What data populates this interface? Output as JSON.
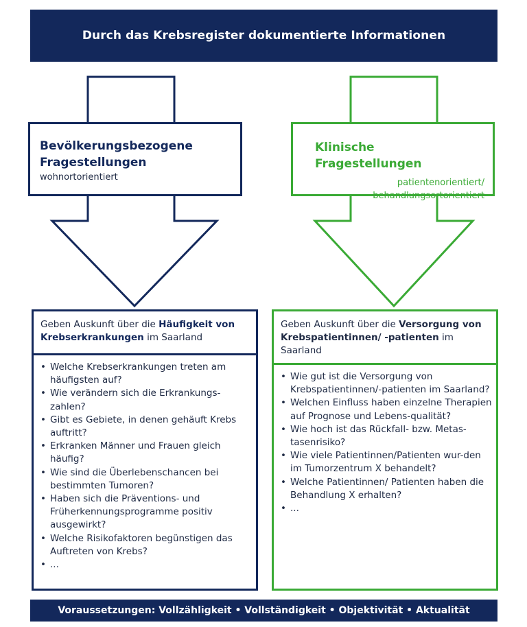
{
  "header": {
    "title": "Durch das Krebsregister dokumentierte Informationen"
  },
  "left": {
    "title_line1": "Bevölkerungsbezogene",
    "title_line2": "Fragestellungen",
    "subtitle": "wohnortorientiert",
    "intro_pre": "Geben Auskunft über die ",
    "intro_bold": "Häufigkeit von Krebserkrankungen",
    "intro_post": " im Saarland",
    "items": [
      "Welche Krebserkrankungen treten am häufigsten auf?",
      "Wie verändern sich die Erkrankungs-zahlen?",
      "Gibt es Gebiete, in denen gehäuft Krebs auftritt?",
      "Erkranken Männer und Frauen gleich häufig?",
      "Wie sind die Überlebenschancen bei bestimmten Tumoren?",
      "Haben sich die Präventions- und Früherkennungsprogramme positiv ausgewirkt?",
      "Welche Risikofaktoren begünstigen das Auftreten von Krebs?",
      "..."
    ]
  },
  "right": {
    "title": "Klinische Fragestellungen",
    "subtitle_line1": "patientenorientiert/",
    "subtitle_line2": "behandlungsortorientiert",
    "intro_pre": "Geben Auskunft über die ",
    "intro_bold": "Versorgung von Krebspatientinnen/ -patienten",
    "intro_post": " im Saarland",
    "items": [
      "Wie gut ist die Versorgung von Krebspatientinnen/-patienten im Saarland?",
      "Welchen Einfluss haben einzelne Therapien auf Prognose und Lebens-qualität?",
      "Wie hoch ist das Rückfall- bzw. Metas-tasenrisiko?",
      "Wie viele Patientinnen/Patienten wur-den im Tumorzentrum X behandelt?",
      "Welche Patientinnen/ Patienten haben die Behandlung X erhalten?",
      "..."
    ]
  },
  "footer": {
    "text": "Voraussetzungen: Vollzähligkeit • Vollständigkeit • Objektivität • Aktualität"
  },
  "colors": {
    "navy": "#13285b",
    "green": "#3aaa35"
  }
}
